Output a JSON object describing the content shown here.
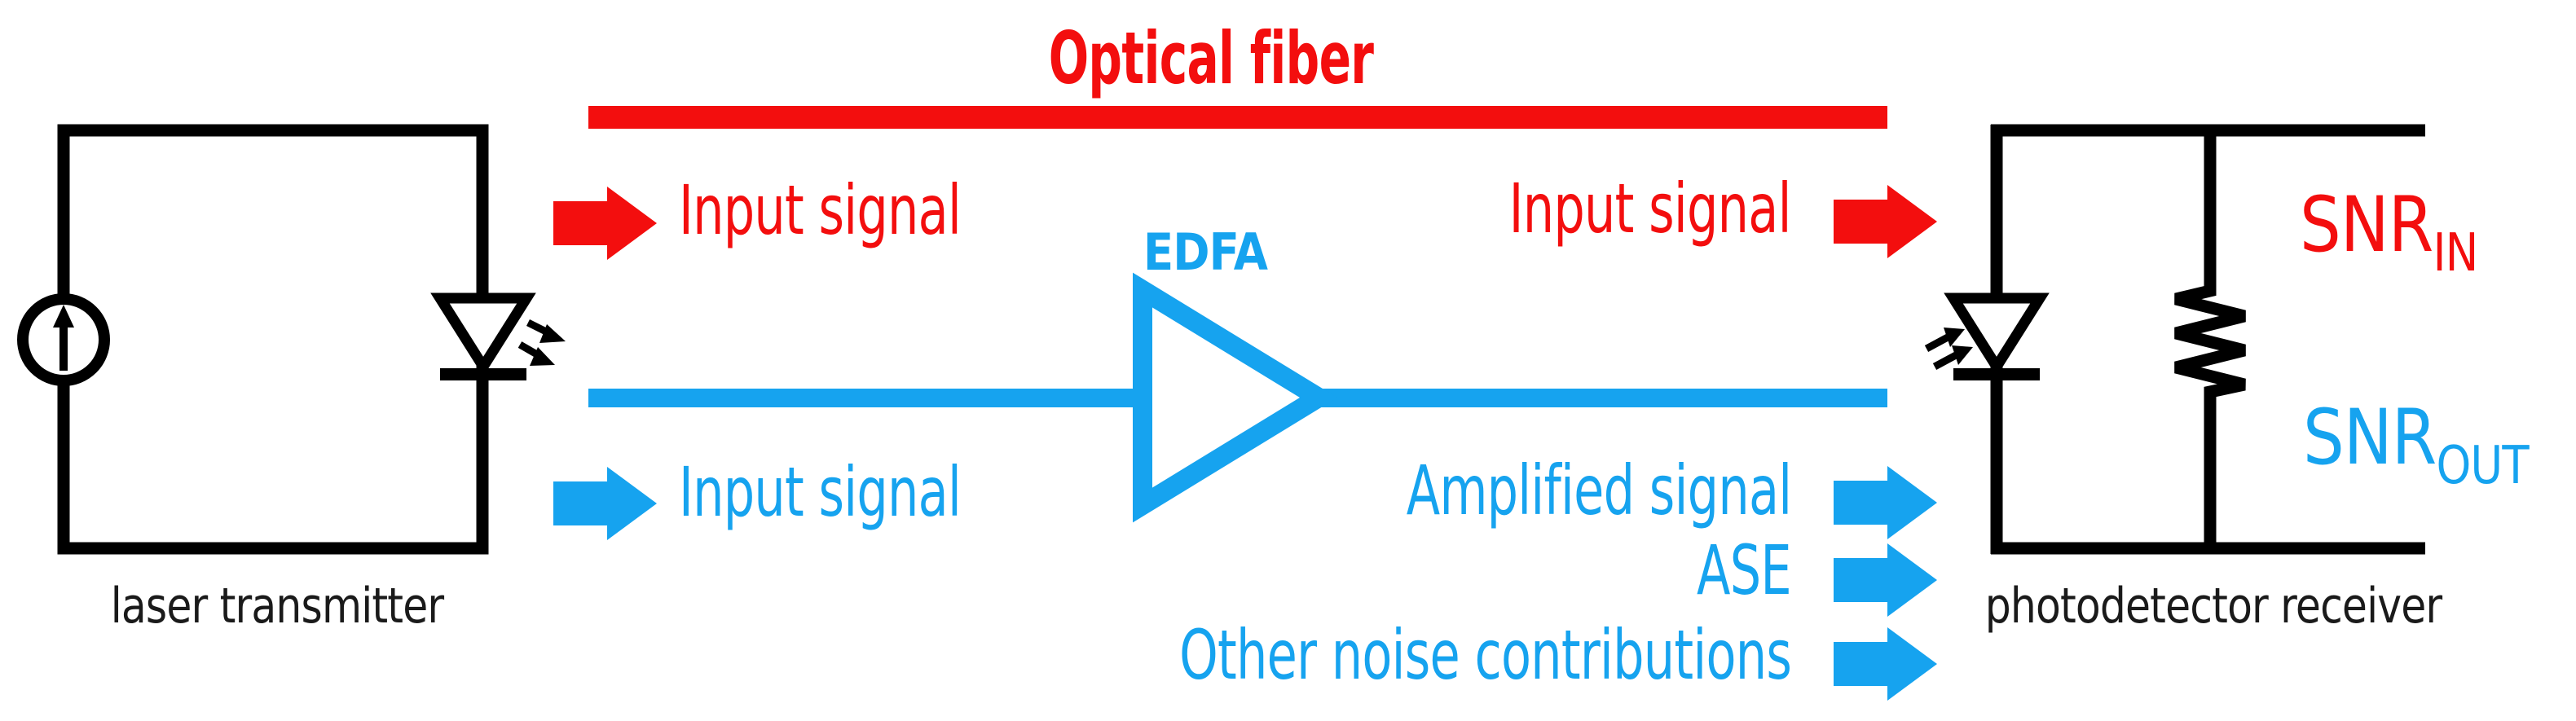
{
  "colors": {
    "red": "#f30e0e",
    "blue": "#16a3ef",
    "black": "#000000",
    "label_text": "#1a1a1a",
    "background": "#ffffff"
  },
  "title": "Optical fiber",
  "transmitter": {
    "label": "laser transmitter"
  },
  "receiver": {
    "label": "photodetector receiver",
    "snr_in": {
      "base": "SNR",
      "sub": "IN"
    },
    "snr_out": {
      "base": "SNR",
      "sub": "OUT"
    }
  },
  "edfa": {
    "label": "EDFA"
  },
  "signals": {
    "red_left": "Input signal",
    "red_right": "Input signal",
    "blue_left": "Input signal",
    "amplified": "Amplified signal",
    "ase": "ASE",
    "other_noise": "Other noise contributions"
  },
  "icons": {
    "fiber_bar": "optical-fiber-bar",
    "signal_line": "optical-signal-line",
    "current_source": "current-source-icon",
    "laser_diode": "laser-diode-icon",
    "light_out": "light-emission-arrows-icon",
    "photodiode": "photodiode-icon",
    "light_in": "light-incident-arrows-icon",
    "resistor": "resistor-icon",
    "amplifier": "edfa-amplifier-icon",
    "signal_arrow": "signal-arrow-icon"
  }
}
